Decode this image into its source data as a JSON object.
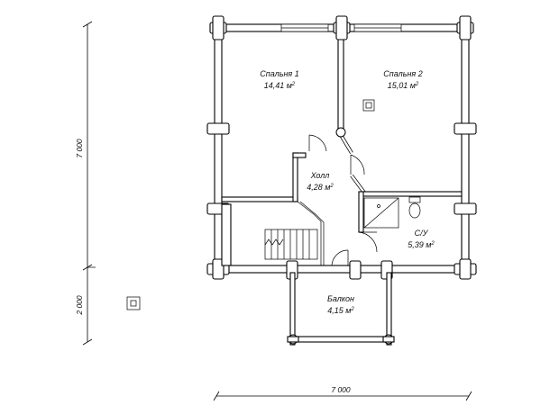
{
  "rooms": [
    {
      "id": "bedroom1",
      "name": "Спальня 1",
      "area": "14,41 м",
      "sup": "2"
    },
    {
      "id": "bedroom2",
      "name": "Спальня 2",
      "area": "15,01 м",
      "sup": "2"
    },
    {
      "id": "hall",
      "name": "Холл",
      "area": "4,28 м",
      "sup": "2"
    },
    {
      "id": "bathroom",
      "name": "С/У",
      "area": "5,39 м",
      "sup": "2"
    },
    {
      "id": "balcony",
      "name": "Балкон",
      "area": "4,15 м",
      "sup": "2"
    }
  ],
  "dimensions": {
    "left_upper": "7 000",
    "left_lower": "2 000",
    "bottom": "7 000"
  }
}
